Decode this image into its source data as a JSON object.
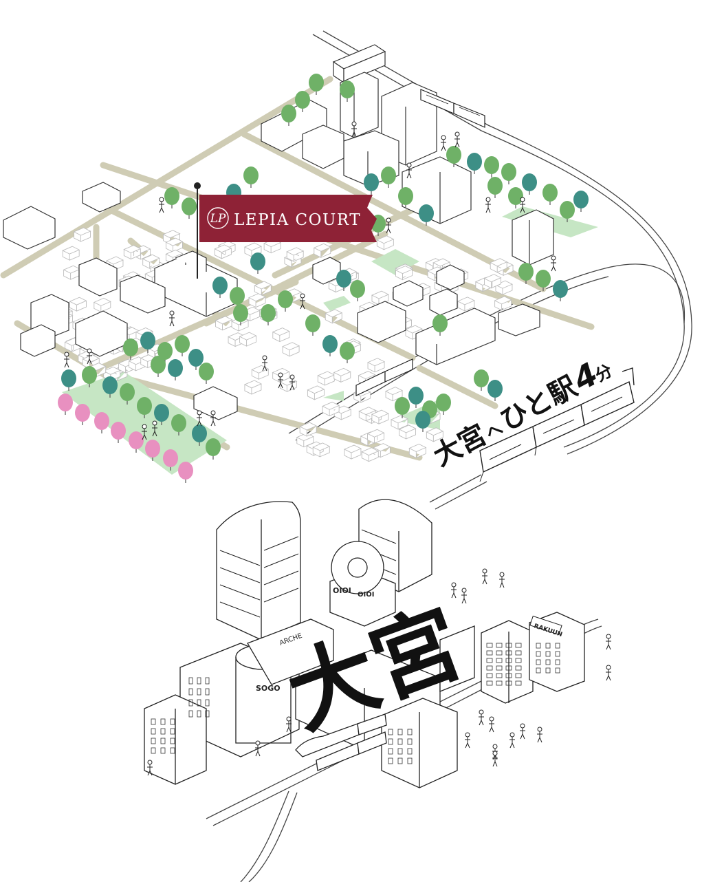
{
  "banner": {
    "monogram": "LP",
    "name": "LEPIA COURT"
  },
  "caption": {
    "part1": "大宮",
    "part2": "へ",
    "part3": "ひと駅",
    "number": "4",
    "unit": "分"
  },
  "destination": {
    "name": "大宮"
  },
  "signs": {
    "arche": "ARCHE",
    "sogo": "SOGO",
    "rakuun": "RAKUUN",
    "oioi": "OIOI"
  },
  "colors": {
    "banner": "#8e2236",
    "road": "#cfccb4",
    "tree_green": "#6fb167",
    "tree_teal": "#3d8f86",
    "tree_pink": "#e890c0",
    "park": "#c6e6c4",
    "line": "#333333"
  }
}
